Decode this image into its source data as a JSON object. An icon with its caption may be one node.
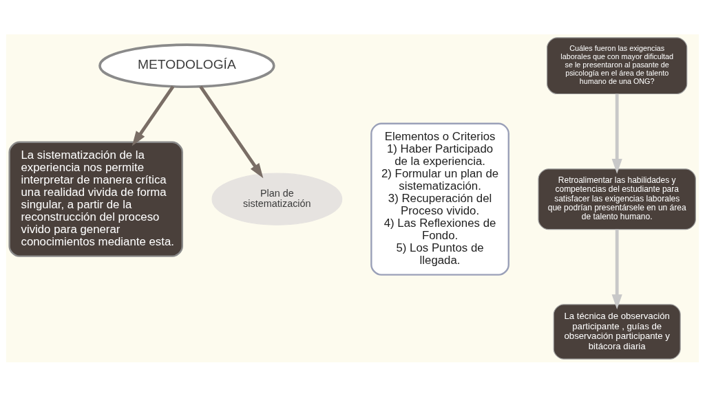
{
  "diagram": {
    "nodes": [
      {
        "text": [
          "METODOLOGÍA"
        ]
      },
      {
        "text": [
          "La sistematización de la experiencia nos permite interpretar de manera crítica una realidad vivida de forma singular, a partir de la reconstrucción del proceso vivido para generar conocimientos mediante esta."
        ]
      },
      {
        "text": [
          "Elementos o Criterios",
          "1) Haber Participado de la experiencia.",
          "2) Formular un plan de sistematización.",
          "3) Recuperación del Proceso vivido.",
          "4) Las Reflexiones de Fondo.",
          "5) Los Puntos de llegada."
        ]
      },
      {
        "text": [
          "Plan de sistematización"
        ]
      },
      {
        "text": [
          "Cuáles fueron las exigencias laborales que con mayor dificultad se le presentaron al pasante de psicología en el área de talento humano de una ONG?"
        ]
      },
      {
        "text": [
          "Retroalimentar las habilidades y competencias del estudiante para satisfacer las exigencias laborales que podrían presentársele en un área de talento humano."
        ]
      },
      {
        "text": [
          "La técnica de observación participante , guías de observación participante y bitácora diaria"
        ]
      }
    ],
    "edges": [
      {
        "from": 0,
        "to": 1,
        "arrow": "to"
      },
      {
        "from": 0,
        "to": 3,
        "arrow": "to"
      },
      {
        "from": 4,
        "to": 5,
        "arrow": "to",
        "color": "#c8c8c8"
      },
      {
        "from": 5,
        "to": 6,
        "arrow": "to",
        "color": "#c8c8c8"
      }
    ]
  }
}
